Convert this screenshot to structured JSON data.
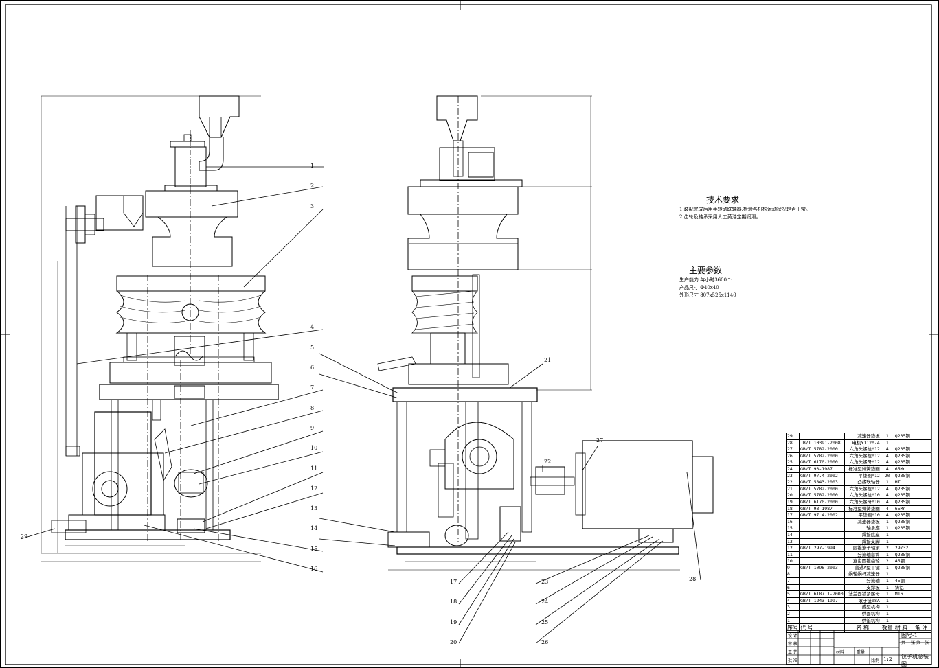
{
  "tech_requirements": {
    "title": "技术要求",
    "lines": [
      "1.装配完成后用手转动联轴器,检验各机构运动状况是否正常。",
      "2.齿轮及轴承采用人工黄油定期润滑。"
    ]
  },
  "main_params": {
    "title": "主要参数",
    "lines": [
      "生产能力   每小时3600个",
      "产品尺寸   Φ40x40",
      "外形尺寸   807x525x1140"
    ]
  },
  "callouts": [
    "1",
    "2",
    "3",
    "4",
    "5",
    "6",
    "7",
    "8",
    "9",
    "10",
    "11",
    "12",
    "13",
    "14",
    "15",
    "16",
    "17",
    "18",
    "19",
    "20",
    "21",
    "22",
    "23",
    "24",
    "25",
    "26",
    "27",
    "28",
    "29"
  ],
  "bom": [
    {
      "no": "29",
      "code": "",
      "name": "减速器垫板",
      "qty": "1",
      "mat": "Q235钢",
      "rem": ""
    },
    {
      "no": "28",
      "code": "JB/T 10391-2008",
      "name": "电机Y112M-4",
      "qty": "1",
      "mat": "",
      "rem": ""
    },
    {
      "no": "27",
      "code": "GB/T 5782-2000",
      "name": "六角头螺栓M12",
      "qty": "4",
      "mat": "Q235钢",
      "rem": ""
    },
    {
      "no": "26",
      "code": "GB/T 5782-2000",
      "name": "六角头螺栓M12",
      "qty": "4",
      "mat": "Q235钢",
      "rem": ""
    },
    {
      "no": "25",
      "code": "GB/T 6170-2000",
      "name": "六角头螺母M12",
      "qty": "4",
      "mat": "Q235钢",
      "rem": ""
    },
    {
      "no": "24",
      "code": "GB/T 93-1987",
      "name": "标准型弹簧垫圈",
      "qty": "4",
      "mat": "65Mn",
      "rem": ""
    },
    {
      "no": "23",
      "code": "GB/T 97.4-2002",
      "name": "平垫圈M12",
      "qty": "20",
      "mat": "Q235钢",
      "rem": ""
    },
    {
      "no": "22",
      "code": "GB/T 5843-2003",
      "name": "凸缘联轴器",
      "qty": "1",
      "mat": "HT",
      "rem": ""
    },
    {
      "no": "21",
      "code": "GB/T 5782-2000",
      "name": "六角头螺栓M12",
      "qty": "4",
      "mat": "Q235钢",
      "rem": ""
    },
    {
      "no": "20",
      "code": "GB/T 5782-2000",
      "name": "六角头螺栓M10",
      "qty": "4",
      "mat": "Q235钢",
      "rem": ""
    },
    {
      "no": "19",
      "code": "GB/T 6170-2000",
      "name": "六角头螺母M10",
      "qty": "4",
      "mat": "Q235钢",
      "rem": ""
    },
    {
      "no": "18",
      "code": "GB/T 93-1987",
      "name": "标准型弹簧垫圈",
      "qty": "4",
      "mat": "65Mn",
      "rem": ""
    },
    {
      "no": "17",
      "code": "GB/T 97.4-2002",
      "name": "平垫圈M10",
      "qty": "4",
      "mat": "Q235钢",
      "rem": ""
    },
    {
      "no": "16",
      "code": "",
      "name": "减速器垫板",
      "qty": "1",
      "mat": "Q235钢",
      "rem": ""
    },
    {
      "no": "15",
      "code": "",
      "name": "轴承座",
      "qty": "1",
      "mat": "Q235钢",
      "rem": ""
    },
    {
      "no": "14",
      "code": "",
      "name": "焊接底座",
      "qty": "1",
      "mat": "",
      "rem": ""
    },
    {
      "no": "13",
      "code": "",
      "name": "焊接支脚",
      "qty": "1",
      "mat": "",
      "rem": ""
    },
    {
      "no": "12",
      "code": "GB/T 297-1994",
      "name": "圆锥滚子轴承",
      "qty": "2",
      "mat": "29/32",
      "rem": ""
    },
    {
      "no": "11",
      "code": "",
      "name": "分流轴套筒",
      "qty": "1",
      "mat": "Q235钢",
      "rem": ""
    },
    {
      "no": "10",
      "code": "",
      "name": "直齿圆锥齿轮",
      "qty": "2",
      "mat": "45钢",
      "rem": ""
    },
    {
      "no": "9",
      "code": "GB/T 1096-2003",
      "name": "普通A型平键",
      "qty": "1",
      "mat": "Q235钢",
      "rem": ""
    },
    {
      "no": "8",
      "code": "",
      "name": "蜗轮蜗杆减速器",
      "qty": "1",
      "mat": "",
      "rem": ""
    },
    {
      "no": "7",
      "code": "",
      "name": "分流轴",
      "qty": "1",
      "mat": "45钢",
      "rem": ""
    },
    {
      "no": "6",
      "code": "",
      "name": "支撑板",
      "qty": "1",
      "mat": "铸铝",
      "rem": ""
    },
    {
      "no": "5",
      "code": "GB/T 6187.1-2000",
      "name": "法兰面锁紧螺母",
      "qty": "1",
      "mat": "M16",
      "rem": ""
    },
    {
      "no": "4",
      "code": "GB/T 1243-1997",
      "name": "滚子链08A",
      "qty": "1",
      "mat": "",
      "rem": ""
    },
    {
      "no": "3",
      "code": "",
      "name": "成型机构",
      "qty": "1",
      "mat": "",
      "rem": ""
    },
    {
      "no": "2",
      "code": "",
      "name": "供面机构",
      "qty": "1",
      "mat": "",
      "rem": ""
    },
    {
      "no": "1",
      "code": "",
      "name": "供馅机构",
      "qty": "1",
      "mat": "",
      "rem": ""
    }
  ],
  "bom_header": {
    "no": "序号",
    "code": "代    号",
    "name": "名    称",
    "qty": "数量",
    "mat": "材    料",
    "rem": "备    注"
  },
  "title_block": {
    "drawing_no": "图号-1",
    "drawing_name": "饺子机总装图",
    "scale_label": "比例",
    "scale": "1:2",
    "material_label": "材料",
    "weight_label": "重量",
    "design_label": "设 计",
    "check_label": "审 核",
    "process_label": "工 艺",
    "approve_label": "批 准",
    "sheet_label": "共",
    "sheet_of_label": "张 第",
    "sheet_end_label": "张"
  }
}
